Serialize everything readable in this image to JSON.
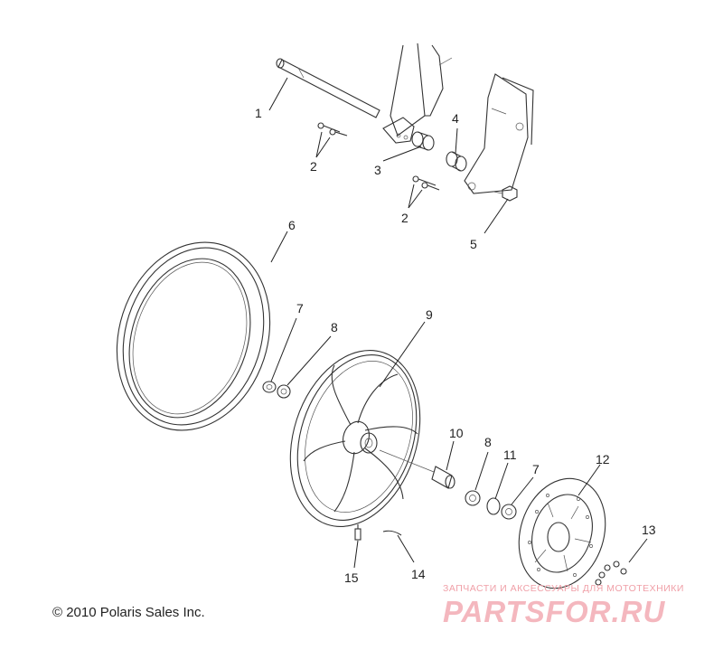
{
  "diagram": {
    "callouts": [
      {
        "id": "c1",
        "label": "1"
      },
      {
        "id": "c2a",
        "label": "2"
      },
      {
        "id": "c3",
        "label": "3"
      },
      {
        "id": "c4",
        "label": "4"
      },
      {
        "id": "c2b",
        "label": "2"
      },
      {
        "id": "c5",
        "label": "5"
      },
      {
        "id": "c6",
        "label": "6"
      },
      {
        "id": "c7a",
        "label": "7"
      },
      {
        "id": "c8a",
        "label": "8"
      },
      {
        "id": "c9",
        "label": "9"
      },
      {
        "id": "c10",
        "label": "10"
      },
      {
        "id": "c8b",
        "label": "8"
      },
      {
        "id": "c11",
        "label": "11"
      },
      {
        "id": "c7b",
        "label": "7"
      },
      {
        "id": "c12",
        "label": "12"
      },
      {
        "id": "c13",
        "label": "13"
      },
      {
        "id": "c14",
        "label": "14"
      },
      {
        "id": "c15",
        "label": "15"
      }
    ],
    "copyright": "© 2010 Polaris Sales Inc."
  },
  "watermark": {
    "tagline": "ЗАПЧАСТИ И АКСЕССУАРЫ ДЛЯ МОТОТЕХНИКИ",
    "logo": "PARTSFOR.RU",
    "color": "#f4b7be"
  }
}
